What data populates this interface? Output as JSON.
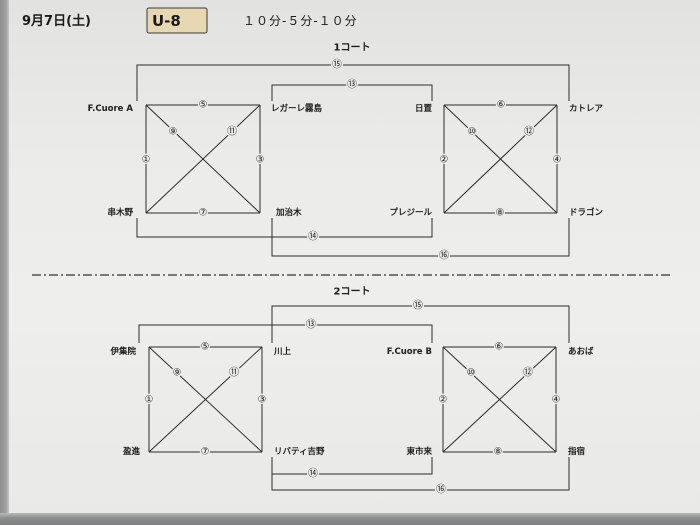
{
  "header": {
    "date": "9月7日(土)",
    "division": "U-8",
    "timing": "１０分-５分-１０分"
  },
  "colors": {
    "division_box": "#e7d8b1",
    "ink": "#2c2c2c",
    "paper": "#ebebe9"
  },
  "courts": [
    {
      "label": "1コート",
      "groups": [
        {
          "teams": {
            "top_left": "F.Cuore A",
            "top_right": "レガーレ霧島",
            "bottom_left": "串木野",
            "bottom_right": "加治木"
          },
          "match_numbers": {
            "top": "⑤",
            "left": "①",
            "right": "③",
            "bottom": "⑦",
            "diagonal_left": "⑨",
            "diagonal_right": "⑪"
          }
        },
        {
          "teams": {
            "top_left": "日置",
            "top_right": "カトレア",
            "bottom_left": "プレジール",
            "bottom_right": "ドラゴン"
          },
          "match_numbers": {
            "top": "⑥",
            "left": "②",
            "right": "④",
            "bottom": "⑧",
            "diagonal_left": "⑩",
            "diagonal_right": "⑫"
          }
        }
      ],
      "cross_match_numbers": {
        "top_upper": "⑮",
        "top_lower": "⑬",
        "bottom_upper": "⑭",
        "bottom_lower": "⑯"
      }
    },
    {
      "label": "2コート",
      "groups": [
        {
          "teams": {
            "top_left": "伊集院",
            "top_right": "川上",
            "bottom_left": "盈進",
            "bottom_right": "リバティ吉野"
          },
          "match_numbers": {
            "top": "⑤",
            "left": "①",
            "right": "③",
            "bottom": "⑦",
            "diagonal_left": "⑨",
            "diagonal_right": "⑪"
          }
        },
        {
          "teams": {
            "top_left": "F.Cuore B",
            "top_right": "あおば",
            "bottom_left": "東市来",
            "bottom_right": "指宿"
          },
          "match_numbers": {
            "top": "⑥",
            "left": "②",
            "right": "④",
            "bottom": "⑧",
            "diagonal_left": "⑩",
            "diagonal_right": "⑫"
          }
        }
      ],
      "cross_match_numbers": {
        "top_upper": "⑮",
        "top_lower": "⑬",
        "bottom_upper": "⑭",
        "bottom_lower": "⑯"
      }
    }
  ]
}
